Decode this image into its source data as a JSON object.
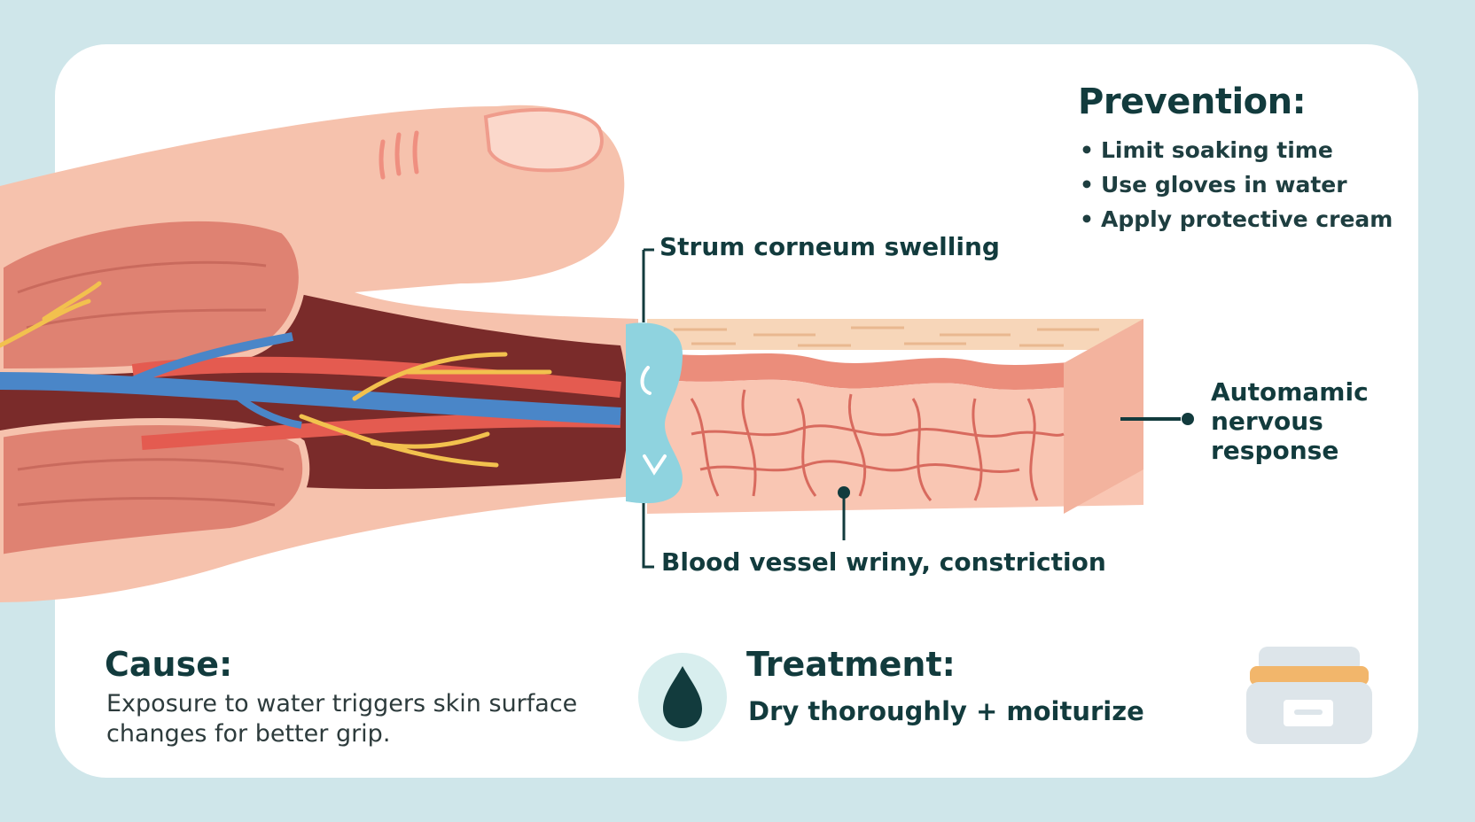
{
  "prevention": {
    "title": "Prevention:",
    "items": [
      "Limit soaking time",
      "Use gloves in water",
      "Apply protective cream"
    ]
  },
  "labels": {
    "swelling": "Strum corneum swelling",
    "vessel": "Blood vessel wriny, constriction",
    "autonomic": "Automamic nervous response"
  },
  "cause": {
    "title": "Cause:",
    "text": "Exposure to water triggers skin surface changes for better grip."
  },
  "treatment": {
    "title": "Treatment:",
    "text": "Dry thoroughly + moiturize"
  },
  "icons": {
    "water_drop": "water-drop-icon",
    "cream_jar": "cream-jar-icon"
  },
  "colors": {
    "background": "#cfe6ea",
    "card": "#ffffff",
    "text": "#123b3d",
    "skin": "#f6c2ad",
    "vein": "#4a86c8",
    "artery": "#e45b50",
    "nerve": "#f2c14e",
    "swelling": "#8fd3df"
  }
}
